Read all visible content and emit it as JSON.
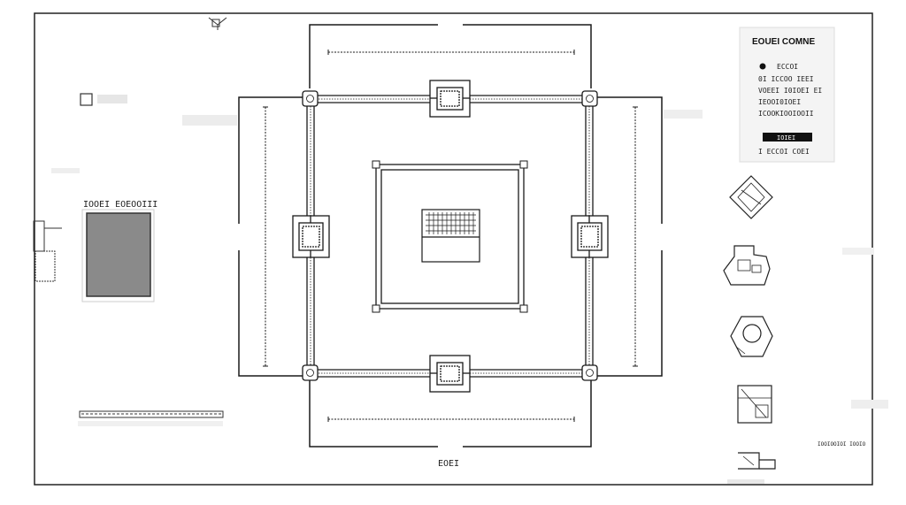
{
  "title_block": {
    "heading": "EOUEI COMNE",
    "rows": [
      "ECCOI",
      "0I  ICCOO  IEEI",
      "VOEEI  I0IOEI EI",
      "IEOOI0IOEI",
      "ICOOKIOOIOOII",
      "I  ECCOI  COEI"
    ],
    "bar_label": "IOIEI"
  },
  "legend_left": {
    "label": "IOOEI EOEOOIII"
  },
  "scale_label": "EOEI",
  "bottom_right_note": "IOOIOOIOI IOOIO",
  "colors": {
    "line": "#1a1a1a",
    "swatch": "#8a8a8a",
    "paper": "#ffffff"
  }
}
